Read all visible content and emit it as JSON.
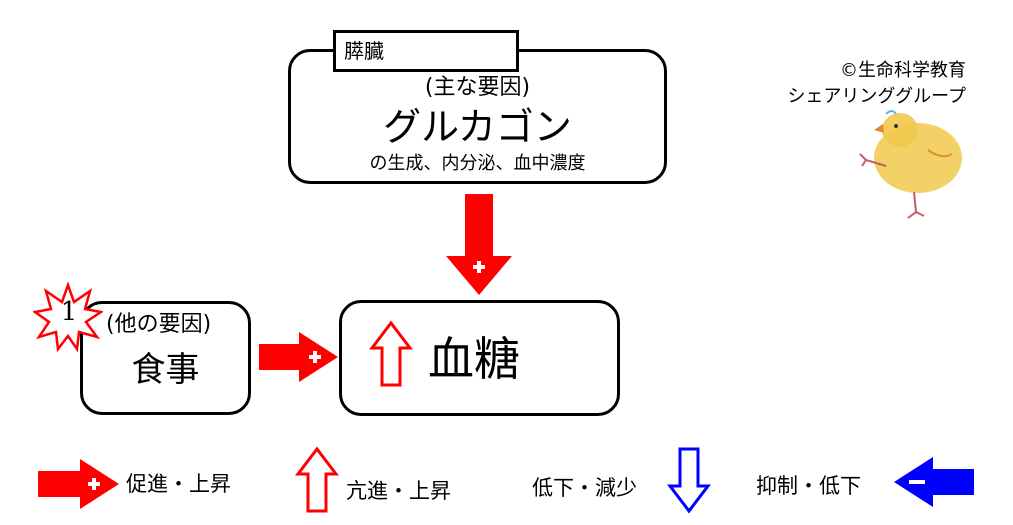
{
  "pancreas": {
    "organ_label": "膵臓",
    "main_factor_label": "(主な要因)",
    "hormone_label": "グルカゴン",
    "description": "の生成、内分泌、血中濃度"
  },
  "meal": {
    "factor_label": "(他の要因)",
    "label": "食事",
    "burst_number": "1"
  },
  "glucose": {
    "label": "血糖"
  },
  "copyright": {
    "line1": "©生命科学教育",
    "line2": "シェアリンググループ"
  },
  "legend": {
    "promote": "促進・上昇",
    "enhance": "亢進・上昇",
    "decrease": "低下・減少",
    "inhibit": "抑制・低下"
  },
  "colors": {
    "red": "#ff0000",
    "blue": "#0000ff",
    "chick": "#f2c94c"
  },
  "icons": {
    "plus_arrow": "red-plus-arrow-icon",
    "up_arrow": "red-outline-up-arrow-icon",
    "down_arrow": "blue-outline-down-arrow-icon",
    "minus_arrow": "blue-minus-arrow-icon",
    "burst": "red-burst-icon",
    "mascot": "chick-mascot-icon"
  }
}
